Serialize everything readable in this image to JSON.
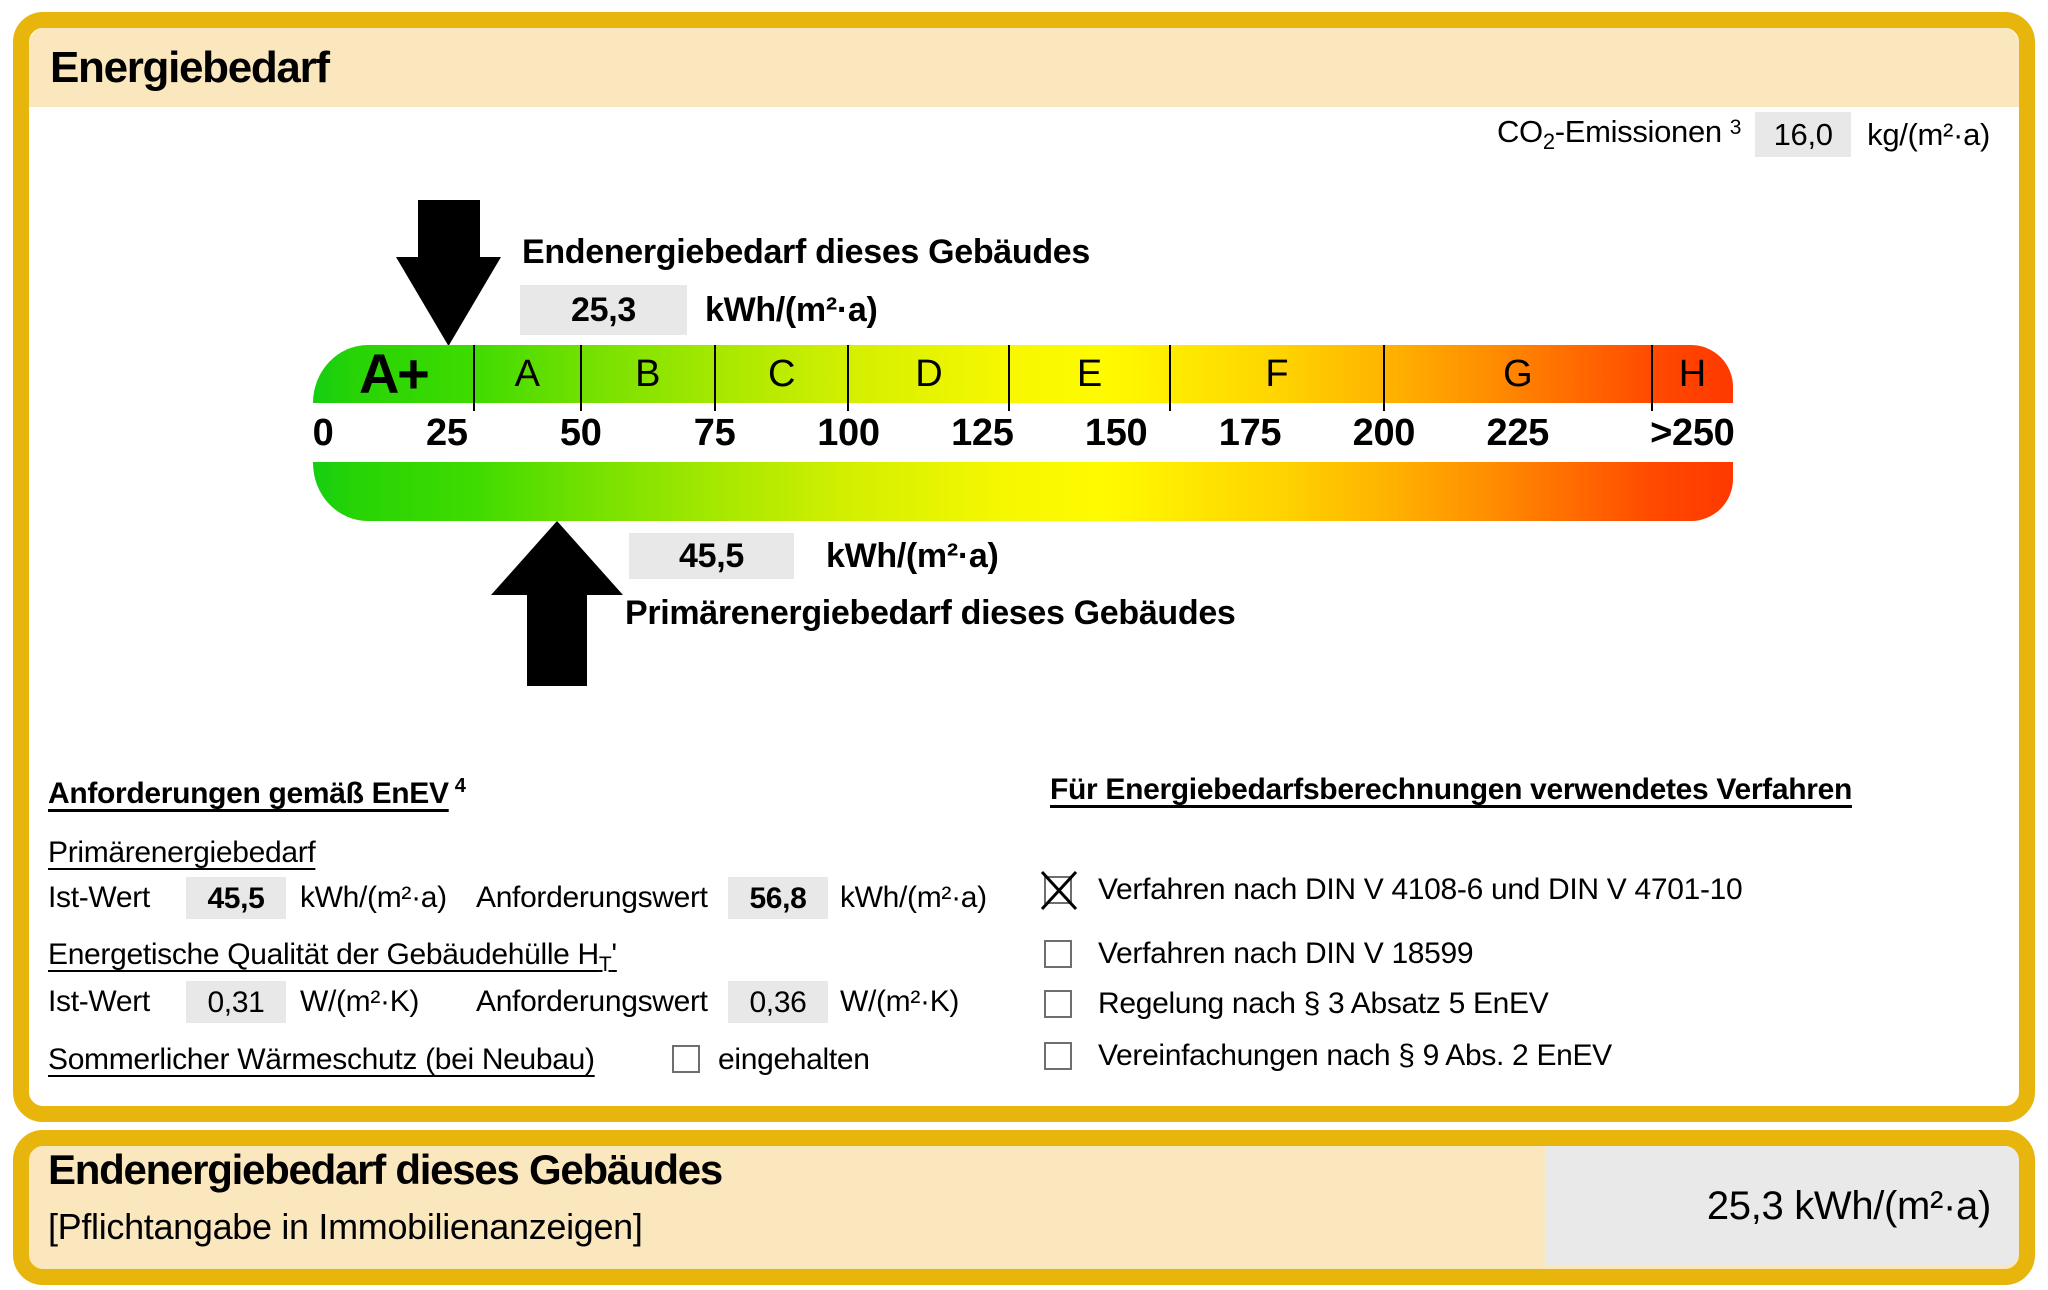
{
  "header": {
    "title": "Energiebedarf"
  },
  "co2": {
    "prefix": "CO",
    "sub": "2",
    "suffix": "-Emissionen",
    "footnote": "3",
    "value": "16,0",
    "unit": "kg/(m²·a)"
  },
  "end_energy": {
    "title": "Endenergiebedarf dieses Gebäudes",
    "value": "25,3",
    "unit": "kWh/(m²·a)",
    "indicator_value": 25.3
  },
  "primary_energy": {
    "title": "Primärenergiebedarf dieses Gebäudes",
    "value": "45,5",
    "unit": "kWh/(m²·a)",
    "indicator_value": 45.5
  },
  "scale": {
    "classes": [
      {
        "label": "A+",
        "from": 0,
        "to": 30
      },
      {
        "label": "A",
        "from": 30,
        "to": 50
      },
      {
        "label": "B",
        "from": 50,
        "to": 75
      },
      {
        "label": "C",
        "from": 75,
        "to": 100
      },
      {
        "label": "D",
        "from": 100,
        "to": 130
      },
      {
        "label": "E",
        "from": 130,
        "to": 160
      },
      {
        "label": "F",
        "from": 160,
        "to": 200
      },
      {
        "label": "G",
        "from": 200,
        "to": 250
      },
      {
        "label": "H",
        "from": 250,
        "to": null
      }
    ],
    "ticks": [
      {
        "label": "0",
        "value": 0
      },
      {
        "label": "25",
        "value": 25
      },
      {
        "label": "50",
        "value": 50
      },
      {
        "label": "75",
        "value": 75
      },
      {
        "label": "100",
        "value": 100
      },
      {
        "label": "125",
        "value": 125
      },
      {
        "label": "150",
        "value": 150
      },
      {
        "label": "175",
        "value": 175
      },
      {
        "label": "200",
        "value": 200
      },
      {
        "label": "225",
        "value": 225
      },
      {
        "label": ">250",
        "value": null
      }
    ]
  },
  "requirements": {
    "heading": "Anforderungen gemäß EnEV",
    "heading_footnote": "4",
    "primary": {
      "heading": "Primärenergiebedarf",
      "ist_label": "Ist-Wert",
      "ist_value": "45,5",
      "ist_unit": "kWh/(m²·a)",
      "req_label": "Anforderungswert",
      "req_value": "56,8",
      "req_unit": "kWh/(m²·a)"
    },
    "envelope": {
      "heading_main": "Energetische Qualität der Gebäudehülle H",
      "heading_sub": "T",
      "heading_prime": "'",
      "ist_label": "Ist-Wert",
      "ist_value": "0,31",
      "ist_unit": "W/(m²·K)",
      "req_label": "Anforderungswert",
      "req_value": "0,36",
      "req_unit": "W/(m²·K)"
    },
    "summer": {
      "heading": "Sommerlicher Wärmeschutz (bei Neubau)",
      "checkbox_label": "eingehalten",
      "checked": false
    }
  },
  "methods": {
    "heading": "Für Energiebedarfsberechnungen verwendetes Verfahren",
    "items": [
      {
        "label": "Verfahren nach DIN V 4108-6 und DIN V 4701-10",
        "checked": true
      },
      {
        "label": "Verfahren nach DIN V 18599",
        "checked": false
      },
      {
        "label": "Regelung nach § 3 Absatz 5 EnEV",
        "checked": false
      },
      {
        "label": "Vereinfachungen nach § 9 Abs. 2 EnEV",
        "checked": false
      }
    ]
  },
  "footer": {
    "title": "Endenergiebedarf dieses Gebäudes",
    "subtitle": "[Pflichtangabe in Immobilienanzeigen]",
    "value": "25,3 kWh/(m²·a)"
  },
  "colors": {
    "gold": "#E8B50C",
    "cream": "#FBE7BD",
    "value_box": "#E8E8E8",
    "footer_box": "#E9E9E9"
  }
}
